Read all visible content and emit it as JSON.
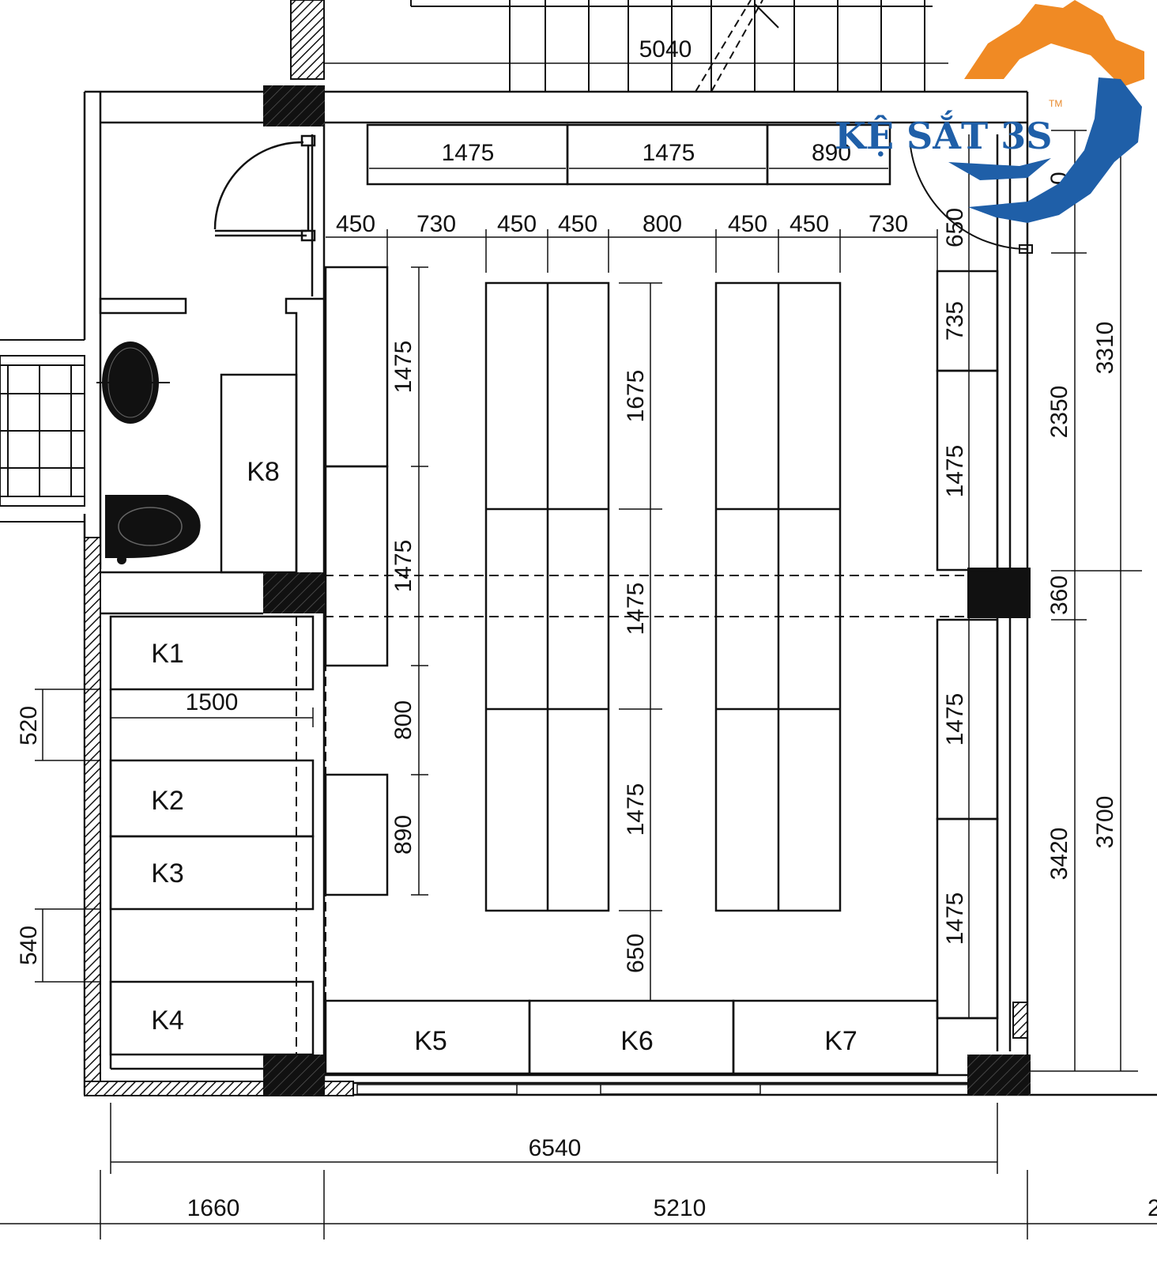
{
  "plan": {
    "top_dims": {
      "overall": "5040",
      "top_shelves": [
        "1475",
        "1475",
        "890"
      ],
      "aisle_row": [
        "450",
        "730",
        "450",
        "450",
        "800",
        "450",
        "450",
        "730"
      ],
      "right_top": "650"
    },
    "left_column_dims": [
      "1475",
      "1475",
      "800",
      "890"
    ],
    "center_column_dims": [
      "1675",
      "1475",
      "1475",
      "650"
    ],
    "right_inner_dims": [
      "735",
      "1475",
      "1475",
      "1475"
    ],
    "right_outer_dims": {
      "top": "00",
      "d2350": "2350",
      "d360": "360",
      "d3420": "3420",
      "d3310": "3310",
      "d3700": "3700"
    },
    "left_outer_dims": [
      "520",
      "540"
    ],
    "k1_width": "1500",
    "bottom_dims": {
      "overall": "6540",
      "left": "1660",
      "right": "5210",
      "cut": "2"
    },
    "labels": [
      "K1",
      "K2",
      "K3",
      "K4",
      "K5",
      "K6",
      "K7",
      "K8"
    ]
  },
  "logo": {
    "text": "KỆ SẮT 3S",
    "tm": "TM",
    "colors": {
      "gear": "#f08a24",
      "wrench": "#1f5fa8"
    }
  }
}
